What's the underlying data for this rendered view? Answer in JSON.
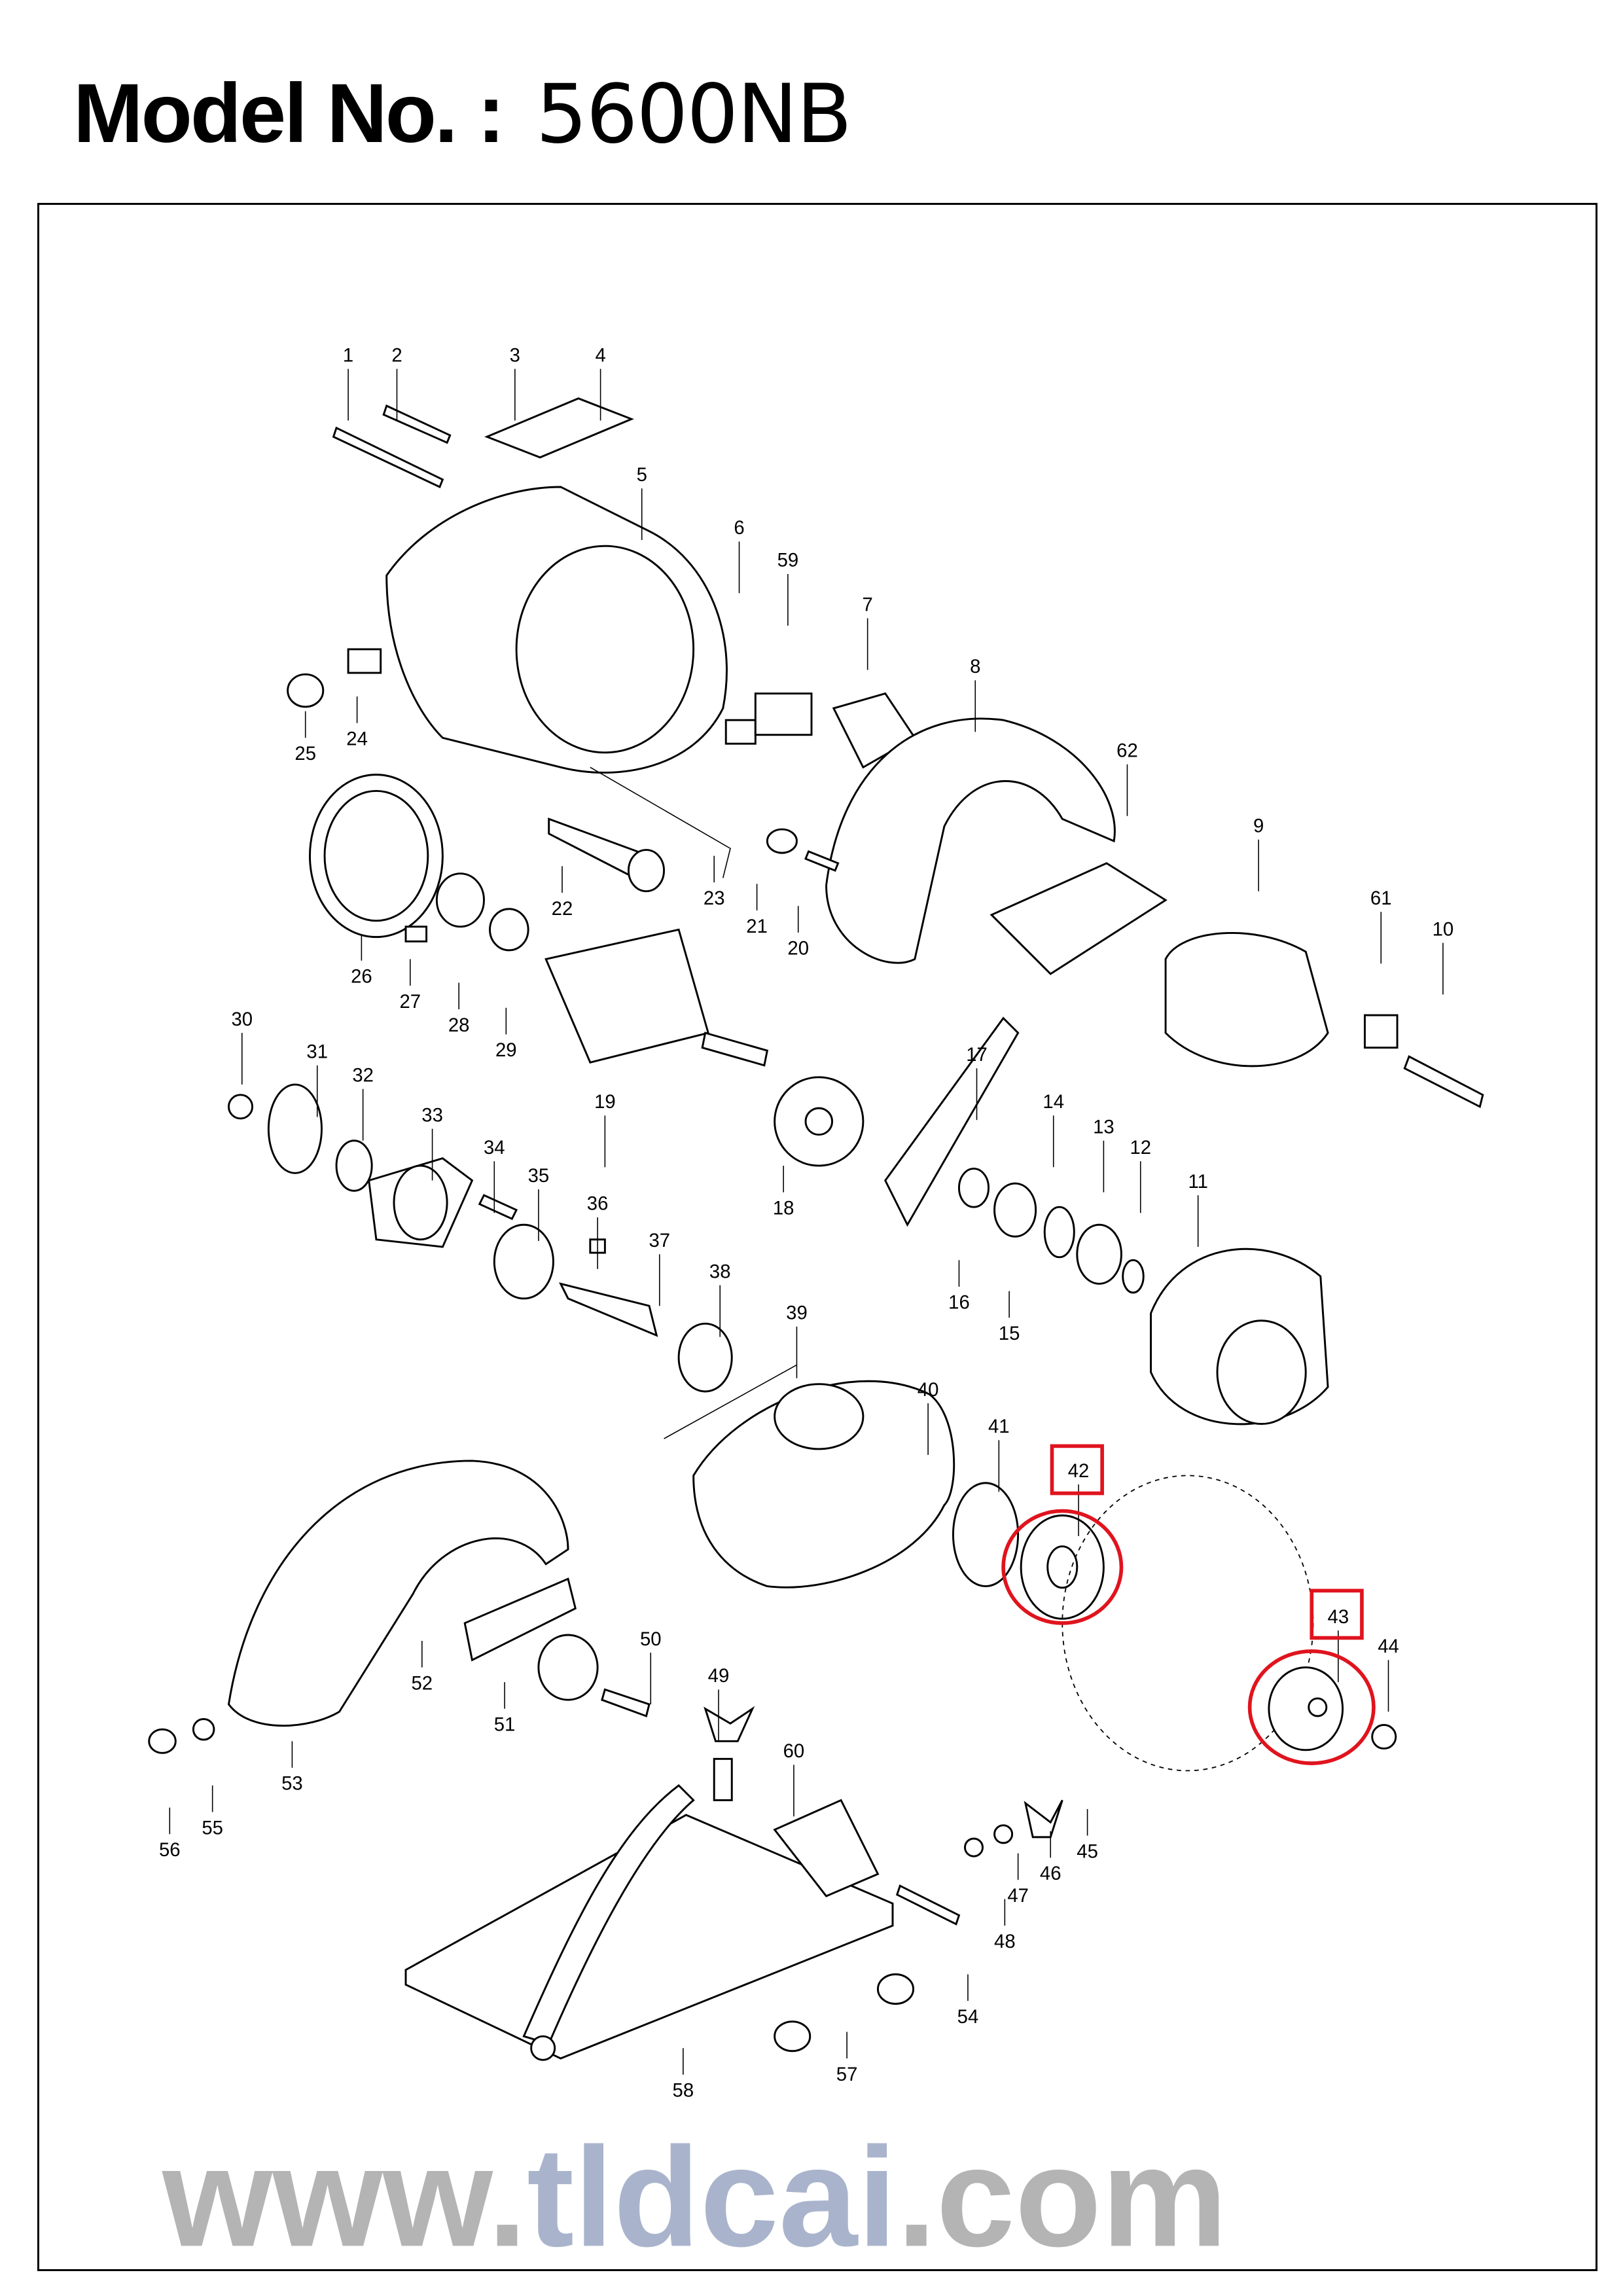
{
  "header": {
    "model_label": "Model No. :",
    "model_value": "5600NB"
  },
  "watermark": {
    "prefix": "www.",
    "brand": "tldcai",
    "suffix": ".com",
    "gray": "#b4b4b4",
    "blue": "#a9b4cc"
  },
  "highlight": {
    "color": "#e0141e",
    "parts": [
      "42",
      "43"
    ]
  },
  "parts": [
    "1",
    "2",
    "3",
    "4",
    "5",
    "6",
    "59",
    "7",
    "8",
    "62",
    "9",
    "61",
    "10",
    "25",
    "24",
    "26",
    "27",
    "28",
    "29",
    "22",
    "23",
    "21",
    "20",
    "30",
    "31",
    "32",
    "33",
    "34",
    "35",
    "19",
    "18",
    "17",
    "14",
    "13",
    "12",
    "11",
    "16",
    "15",
    "36",
    "37",
    "38",
    "39",
    "40",
    "41",
    "42",
    "43",
    "44",
    "50",
    "49",
    "52",
    "51",
    "53",
    "60",
    "56",
    "55",
    "45",
    "46",
    "47",
    "48",
    "54",
    "57",
    "58"
  ]
}
